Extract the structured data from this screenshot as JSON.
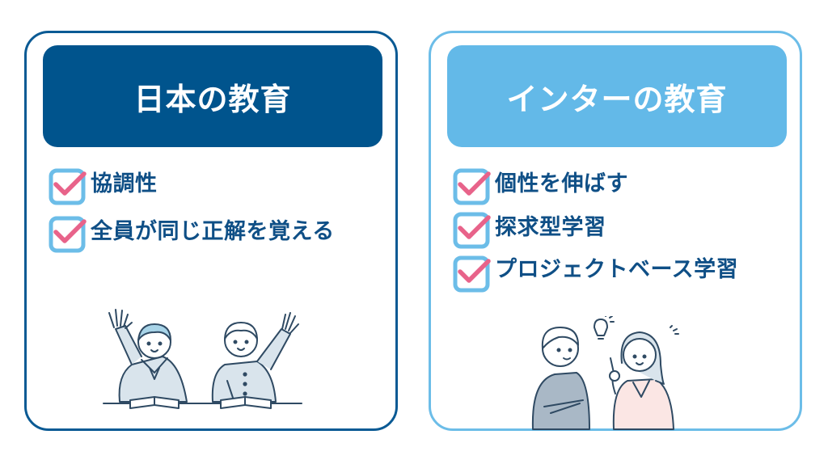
{
  "colors": {
    "jp_primary": "#00548d",
    "intl_primary": "#63b9e8",
    "text": "#0f4f86",
    "check_box": "#6cbde8",
    "check_mark": "#e8638a"
  },
  "left_panel": {
    "title": "日本の教育",
    "items": [
      {
        "label": "協調性"
      },
      {
        "label": "全員が同じ正解を覚える"
      }
    ],
    "illustration": "two-students-raising-hands"
  },
  "right_panel": {
    "title": "インターの教育",
    "items": [
      {
        "label": "個性を伸ばす"
      },
      {
        "label": "探求型学習"
      },
      {
        "label": "プロジェクトベース学習"
      }
    ],
    "illustration": "two-people-discussing-idea"
  }
}
